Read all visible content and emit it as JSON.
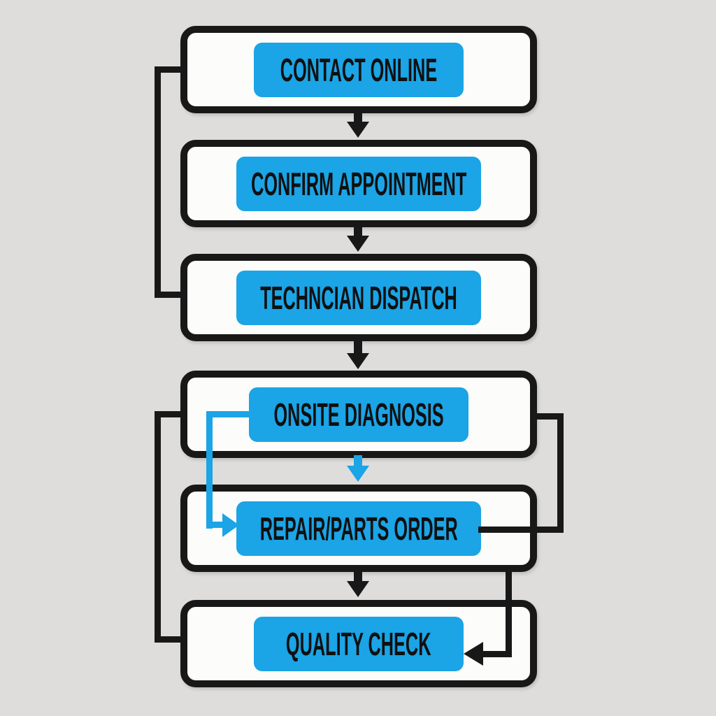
{
  "diagram": {
    "type": "flowchart",
    "background_color": "#dedddb",
    "box_fill_color": "#fcfcfa",
    "outline_color": "#181818",
    "accent_color": "#1ba4e6",
    "text_color": "#101010"
  },
  "flowchart": {
    "nodes": [
      {
        "id": "contact-online",
        "label": "CONTACT ONLINE"
      },
      {
        "id": "confirm-appointment",
        "label": "CONFIRM APPOINTMENT"
      },
      {
        "id": "technician-dispatch",
        "label": "TECHNCIAN DISPATCH"
      },
      {
        "id": "onsite-diagnosis",
        "label": "ONSITE DIAGNOSIS"
      },
      {
        "id": "repair-parts-order",
        "label": "REPAIR/PARTS ORDER"
      },
      {
        "id": "quality-check",
        "label": "QUALITY CHECK"
      }
    ],
    "edges": [
      {
        "from": "contact-online",
        "to": "confirm-appointment",
        "style": "straight-down",
        "color": "black",
        "arrowhead": true
      },
      {
        "from": "confirm-appointment",
        "to": "technician-dispatch",
        "style": "straight-down",
        "color": "black",
        "arrowhead": true
      },
      {
        "from": "technician-dispatch",
        "to": "onsite-diagnosis",
        "style": "straight-down",
        "color": "black",
        "arrowhead": true
      },
      {
        "from": "onsite-diagnosis",
        "to": "repair-parts-order",
        "style": "straight-down",
        "color": "blue",
        "arrowhead": true
      },
      {
        "from": "repair-parts-order",
        "to": "quality-check",
        "style": "straight-down",
        "color": "black",
        "arrowhead": true
      },
      {
        "from": "contact-online",
        "to": "technician-dispatch",
        "style": "left-elbow",
        "color": "black",
        "arrowhead": false
      },
      {
        "from": "onsite-diagnosis",
        "to": "quality-check",
        "style": "left-elbow",
        "color": "black",
        "arrowhead": false
      },
      {
        "from": "onsite-diagnosis",
        "to": "repair-parts-order",
        "style": "right-elbow",
        "color": "black",
        "arrowhead": false
      },
      {
        "from": "onsite-diagnosis",
        "to": "repair-parts-order",
        "style": "inner-left-elbow",
        "color": "blue",
        "arrowhead": true
      },
      {
        "from": "repair-parts-order",
        "to": "quality-check",
        "style": "right-elbow",
        "color": "black",
        "arrowhead": true
      }
    ]
  }
}
